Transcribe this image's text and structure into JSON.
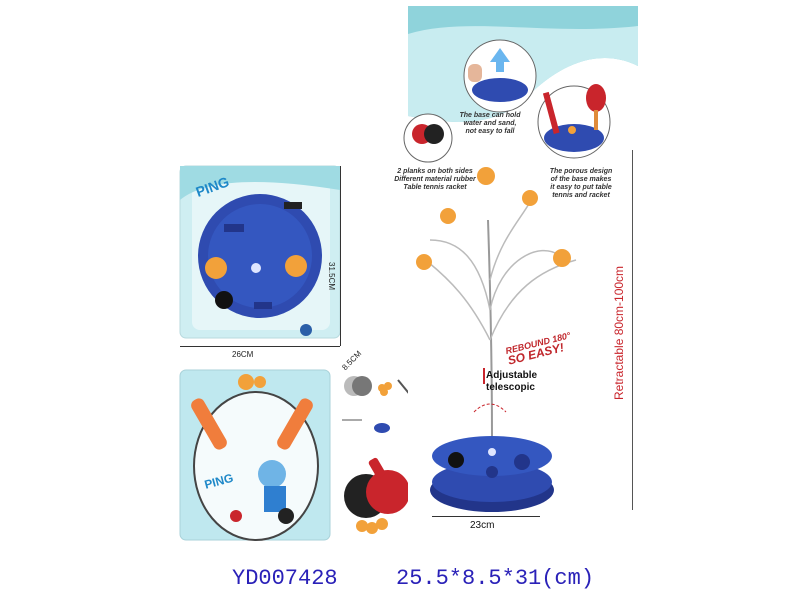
{
  "product": {
    "code": "YD007428",
    "size": "25.5*8.5*31(cm)"
  },
  "box_dimensions": {
    "width": "26CM",
    "height": "31.5CM",
    "depth": "8.5CM"
  },
  "diagram": {
    "retractable": "Retractable 80cm-100cm",
    "adjustable_line1": "Adjustable",
    "adjustable_line2": "telescopic",
    "rebound_line1": "REBOUND 180°",
    "rebound_line2": "SO EASY!",
    "base_width": "23cm",
    "caption_base_line1": "The base can hold",
    "caption_base_line2": "water and sand,",
    "caption_base_line3": "not easy to fall",
    "caption_paddle_line1": "2 planks on both sides",
    "caption_paddle_line2": "Different material rubber",
    "caption_paddle_line3": "Table tennis racket",
    "caption_porous_line1": "The porous design",
    "caption_porous_line2": "of the base makes",
    "caption_porous_line3": "it easy to put table",
    "caption_porous_line4": "tennis and racket"
  },
  "colors": {
    "footer_text": "#2a21b8",
    "base_blue": "#2f4bb0",
    "ball_orange": "#f2a13a",
    "racket_red": "#c9252c",
    "panel_teal": "#7fd0d8",
    "retractable_red": "#c9252c"
  }
}
